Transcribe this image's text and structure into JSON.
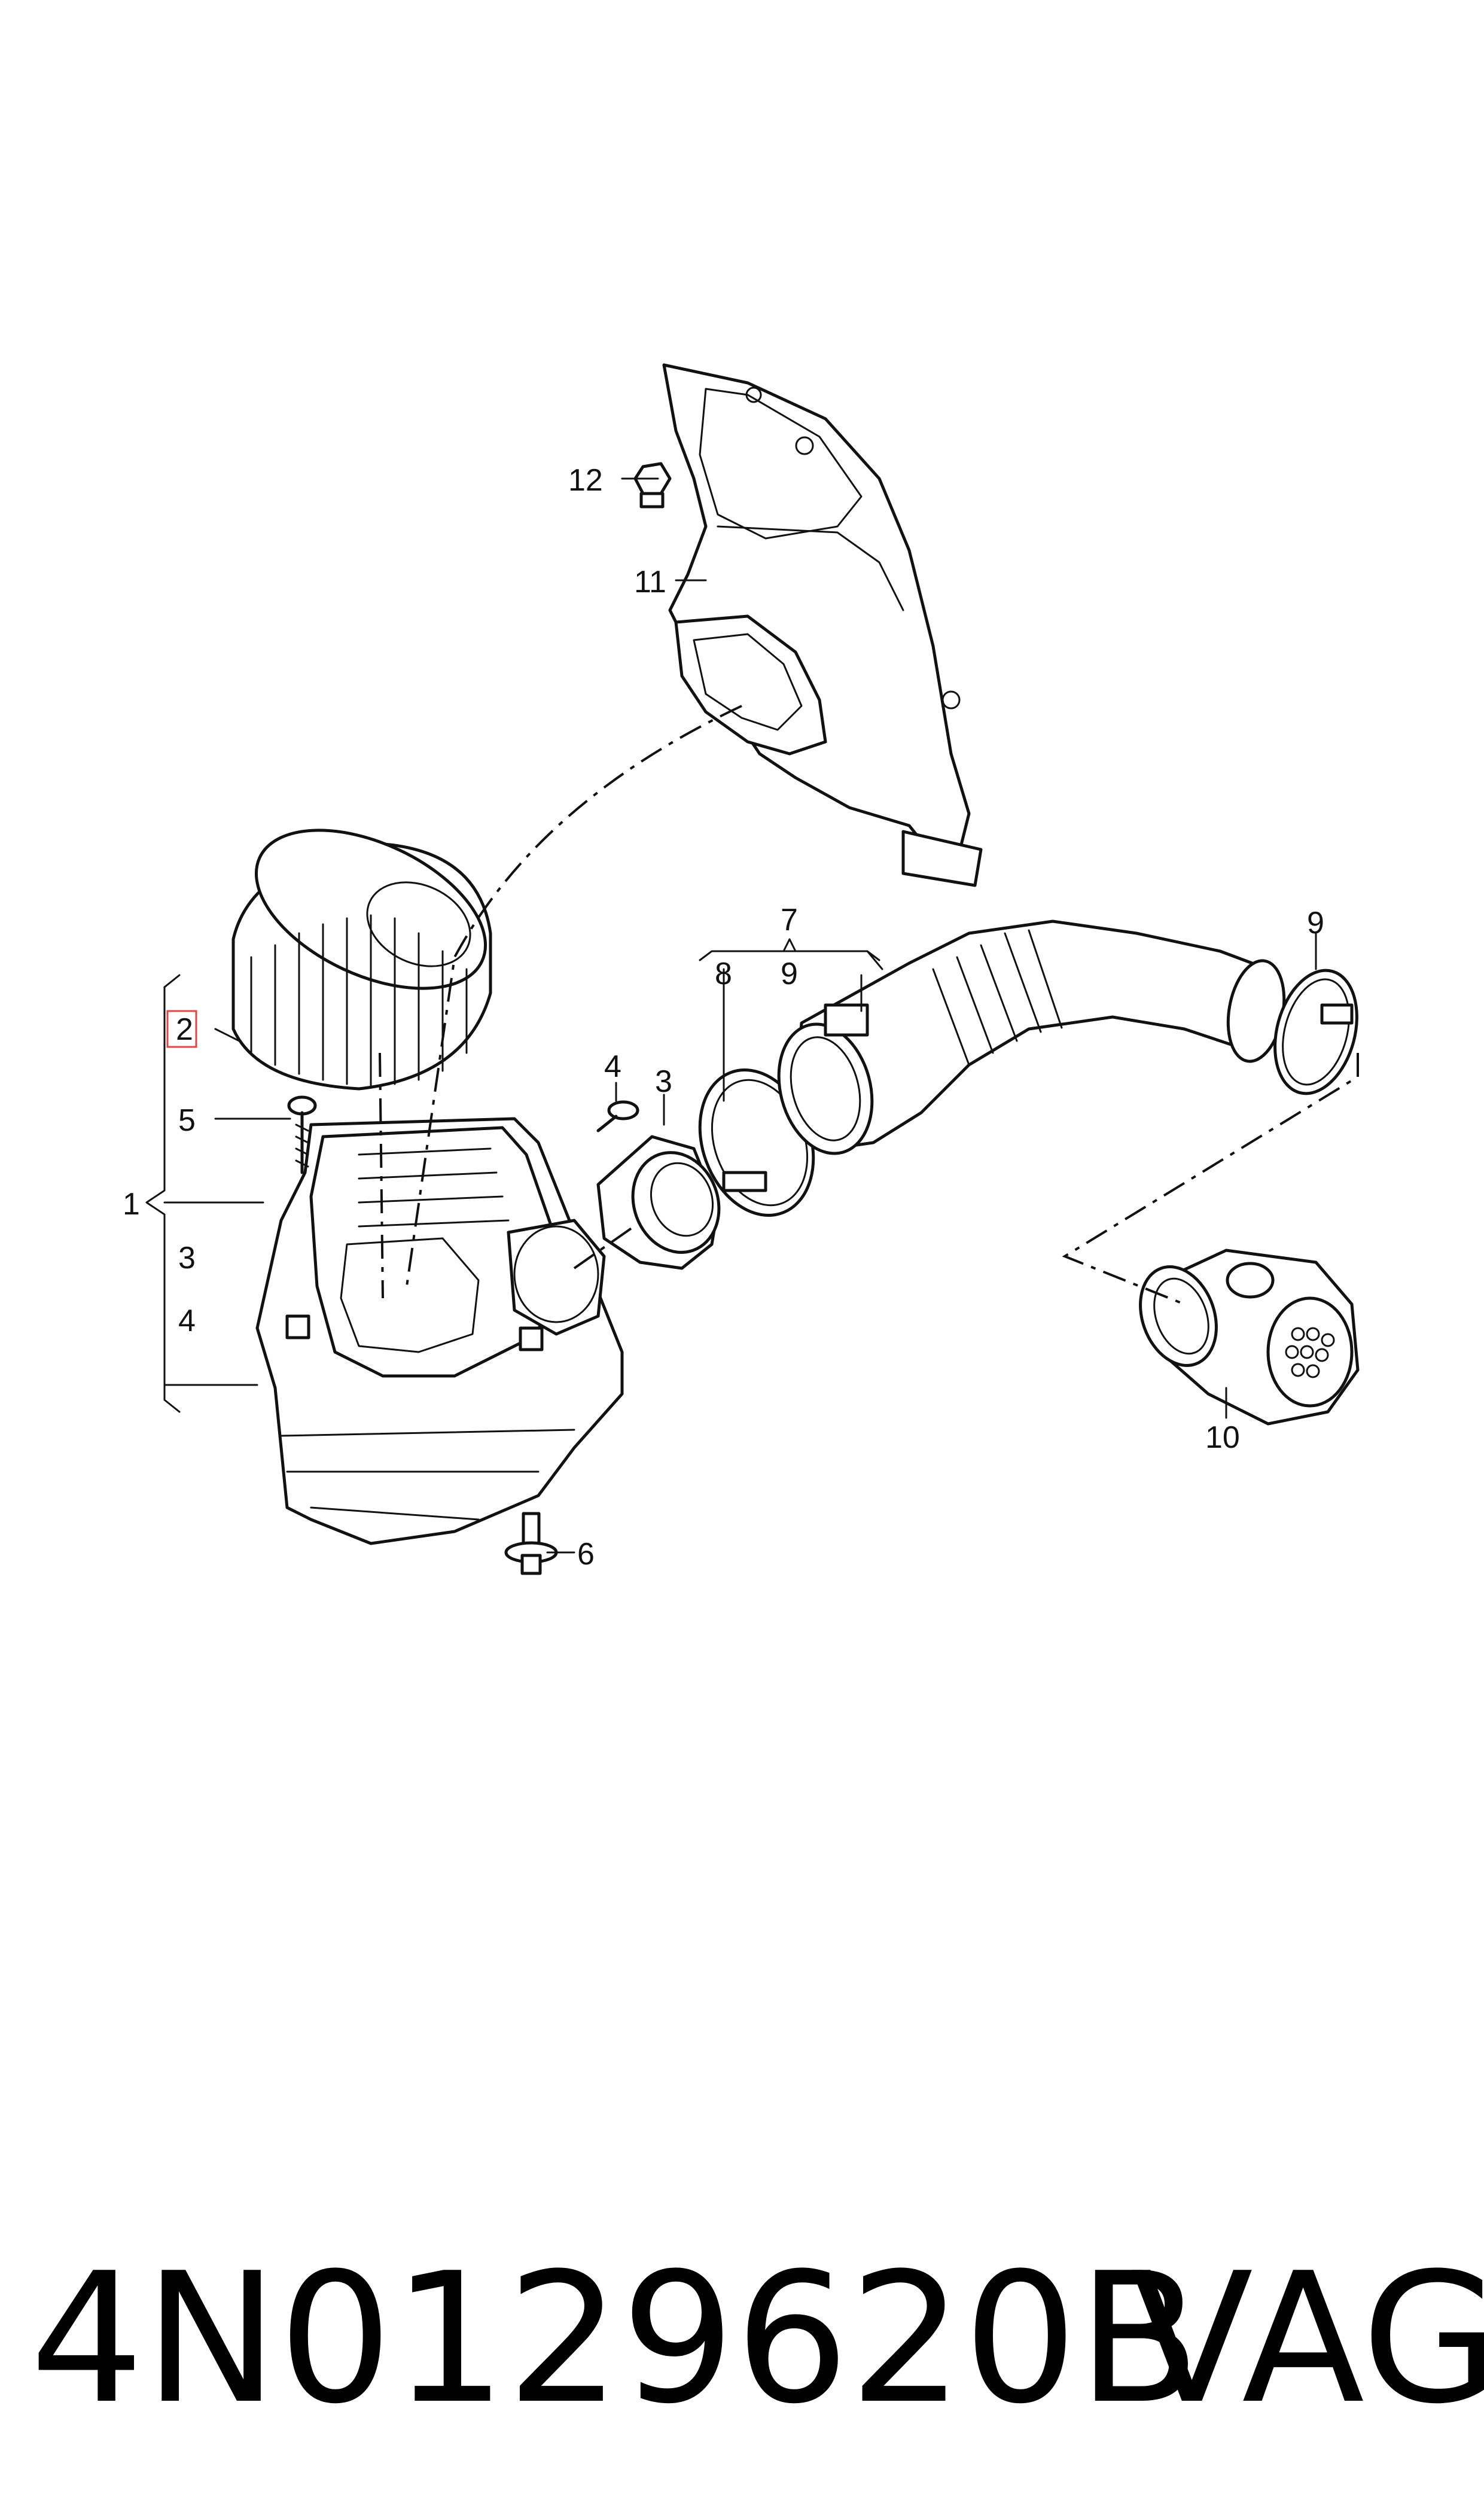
{
  "callouts": {
    "c1": "1",
    "c2": "2",
    "c3a": "3",
    "c3b": "3",
    "c4a": "4",
    "c4b": "4",
    "c5": "5",
    "c6": "6",
    "c7": "7",
    "c8": "8",
    "c9a": "9",
    "c9b": "9",
    "c10": "10",
    "c11": "11",
    "c12": "12"
  },
  "footer": {
    "part_number": "4N0129620B",
    "brand": "VAG"
  },
  "colors": {
    "line": "#111111",
    "highlight": "#e04545",
    "background": "#ffffff"
  }
}
